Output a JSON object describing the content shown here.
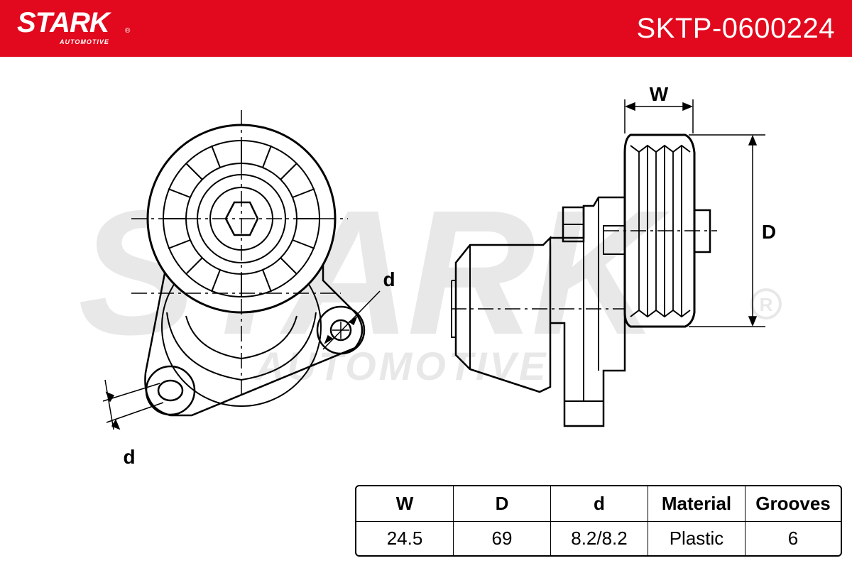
{
  "header": {
    "brand": "STARK",
    "brand_reg": "®",
    "brand_sub": "AUTOMOTIVE",
    "part_number": "SKTP-0600224",
    "color": "#e2081d"
  },
  "watermark": {
    "main": "STARK",
    "sub": "AUTOMOTIVE",
    "reg": "®"
  },
  "drawing": {
    "label_W": "W",
    "label_D": "D",
    "label_d_top": "d",
    "label_d_bottom": "d"
  },
  "spec_table": {
    "headers": [
      "W",
      "D",
      "d",
      "Material",
      "Grooves"
    ],
    "values": [
      "24.5",
      "69",
      "8.2/8.2",
      "Plastic",
      "6"
    ]
  }
}
